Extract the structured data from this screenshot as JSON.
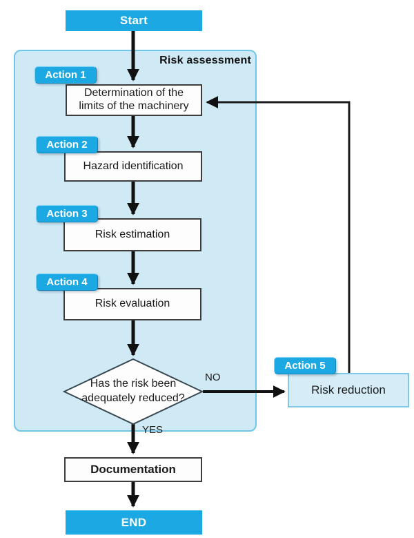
{
  "flowchart": {
    "labels": {
      "container_title": "Risk assessment",
      "yes": "YES",
      "no": "NO"
    },
    "nodes": {
      "start": "Start",
      "box1_line1": "Determination of the",
      "box1_line2": "limits of the machinery",
      "box2": "Hazard identification",
      "box3": "Risk estimation",
      "box4": "Risk evaluation",
      "decision_line1": "Has the risk been",
      "decision_line2": "adequately reduced?",
      "risk_reduction": "Risk reduction",
      "documentation": "Documentation",
      "end": "END"
    },
    "badges": {
      "a1": "Action 1",
      "a2": "Action 2",
      "a3": "Action 3",
      "a4": "Action 4",
      "a5": "Action 5"
    },
    "colors": {
      "accent_blue": "#1ca9e3",
      "accent_dark": "#0f84b4",
      "accent_light": "#7dd3f3",
      "container_fill": "#cfe9f5",
      "container_border": "#6fc6e6",
      "risk_reduction_fill": "#d6edf8",
      "risk_reduction_border": "#82c8e4",
      "process_fill": "#fdfdfd",
      "process_border": "#3d3d3d",
      "arrow": "#111111"
    }
  }
}
